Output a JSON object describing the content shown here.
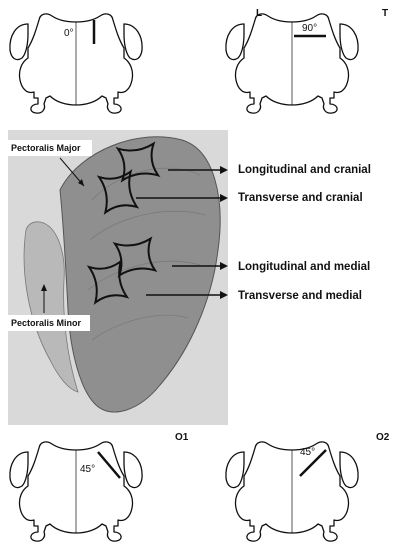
{
  "panels": [
    {
      "id": "L",
      "label": "L",
      "angle_text": "0°",
      "angle_deg": 0
    },
    {
      "id": "T",
      "label": "T",
      "angle_text": "90°",
      "angle_deg": 90
    },
    {
      "id": "O1",
      "label": "O1",
      "angle_text": "45°",
      "angle_deg": 45
    },
    {
      "id": "O2",
      "label": "O2",
      "angle_text": "45°",
      "angle_deg": 45
    }
  ],
  "photo": {
    "pectoralis_major": "Pectoralis Major",
    "pectoralis_minor": "Pectoralis Minor"
  },
  "annotations": [
    "Longitudinal and cranial",
    "Transverse and cranial",
    "Longitudinal and medial",
    "Transverse and medial"
  ],
  "colors": {
    "line": "#111111",
    "photo_bg": "#d9d9d9",
    "breast": "#8f8f8f"
  }
}
